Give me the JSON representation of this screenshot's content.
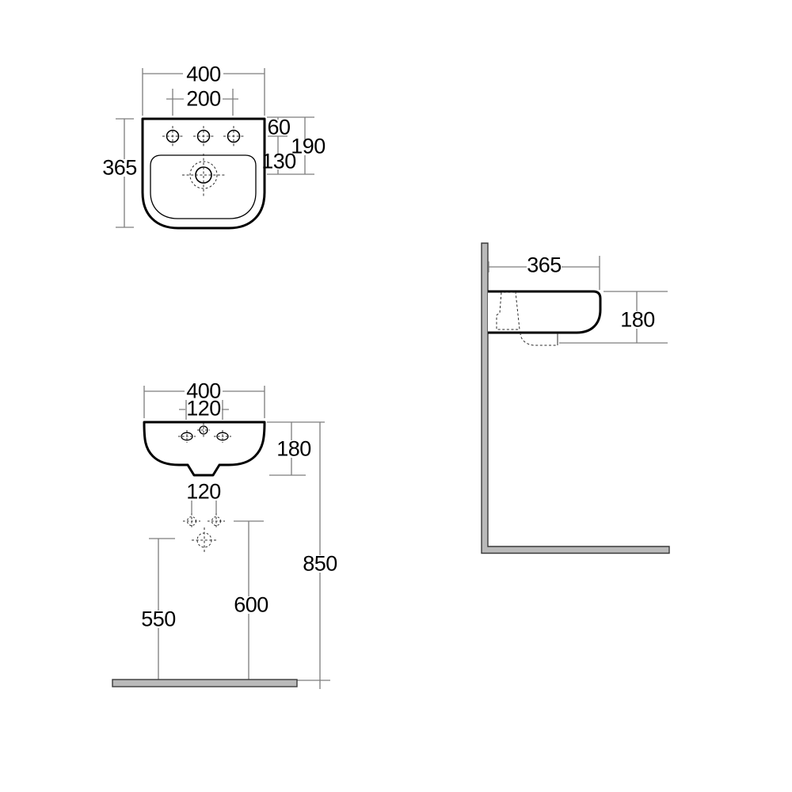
{
  "views": {
    "plan": {
      "dims": {
        "overall_width": "400",
        "tap_hole_spacing": "200",
        "overall_depth": "365",
        "rim_to_tap_holes": "60",
        "rim_to_drain": "190",
        "tap_holes_to_drain": "130"
      }
    },
    "front": {
      "dims": {
        "overall_width": "400",
        "tap_hole_spacing": "120",
        "basin_height": "180",
        "fixing_hole_spacing": "120",
        "rim_height_from_floor": "850",
        "fixing_holes_height": "600",
        "drain_height": "550"
      }
    },
    "side": {
      "dims": {
        "overall_depth": "365",
        "basin_height": "180"
      }
    }
  },
  "colors": {
    "outline": "#000000",
    "dimension_line": "#7d7d7d",
    "hidden_line": "#2b2b2b",
    "wall_fill": "#b9b9b9",
    "wall_stroke": "#3a3a3a",
    "background": "#ffffff"
  }
}
